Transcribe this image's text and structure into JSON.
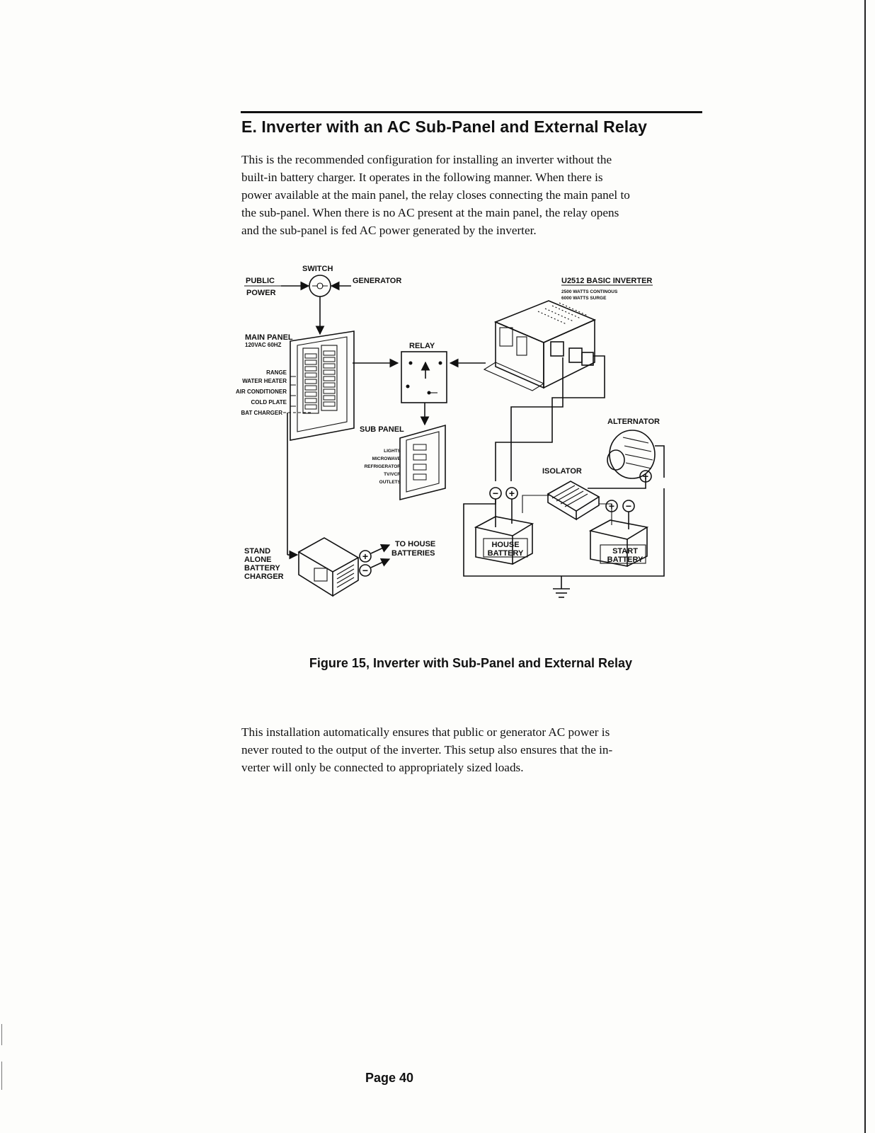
{
  "section": {
    "heading": "E.  Inverter with an AC Sub-Panel and External Relay",
    "intro_lines": [
      "This is the recommended configuration for installing an inverter without the",
      "built-in battery charger. It operates in the following manner. When there is",
      "power available at the main panel, the relay closes connecting the main panel to",
      "the sub-panel. When there is no AC present at the main panel, the relay opens",
      "and the sub-panel is fed AC power generated by the inverter."
    ],
    "outro_lines": [
      "This installation automatically ensures that public or generator AC power is",
      "never routed to the output of the inverter. This setup also ensures that  the in-",
      "verter will only be connected to appropriately sized loads."
    ]
  },
  "figure": {
    "caption": "Figure 15,   Inverter with Sub-Panel and External Relay",
    "labels": {
      "switch": "SWITCH",
      "public": "PUBLIC",
      "power": "POWER",
      "generator": "GENERATOR",
      "main_panel": "MAIN PANEL",
      "main_panel_spec": "120VAC 60HZ",
      "relay": "RELAY",
      "sub_panel": "SUB PANEL",
      "inverter_model": "U2512 BASIC INVERTER",
      "inverter_spec_1": "2500 WATTS CONTINOUS",
      "inverter_spec_2": "6000 WATTS SURGE",
      "alternator": "ALTERNATOR",
      "isolator": "ISOLATOR",
      "to_house": "TO HOUSE",
      "batteries": "BATTERIES",
      "stand": "STAND",
      "alone": "ALONE",
      "battery": "BATTERY",
      "charger": "CHARGER",
      "house_battery_1": "HOUSE",
      "house_battery_2": "BATTERY",
      "start_battery_1": "START",
      "start_battery_2": "BATTERY",
      "plus_symbol": "+",
      "minus_symbol": "−"
    },
    "main_panel_loads": [
      "RANGE",
      "WATER HEATER",
      "AIR CONDITIONER",
      "COLD PLATE",
      "BAT CHARGER"
    ],
    "sub_panel_loads": [
      "LIGHTS",
      "MICROWAVE",
      "REFRIGERATOR",
      "TV/VCR",
      "OUTLETS"
    ]
  },
  "footer": {
    "page_label": "Page 40"
  }
}
